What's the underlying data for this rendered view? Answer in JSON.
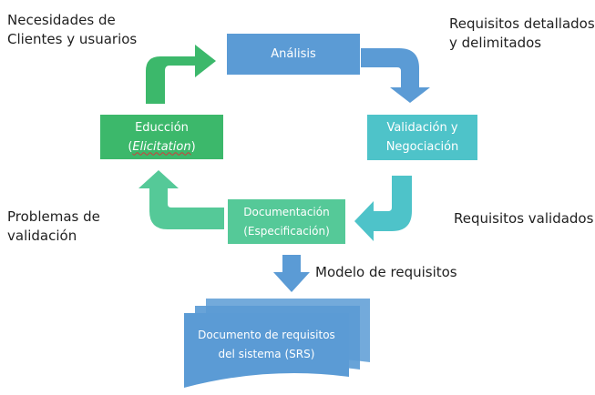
{
  "corner_labels": {
    "top_left": "Necesidades de\nClientes y usuarios",
    "top_right": "Requisitos detallados\ny delimitados",
    "mid_left": "Problemas de\nvalidación",
    "mid_right": "Requisitos validados",
    "output": "Modelo de requisitos"
  },
  "boxes": {
    "analysis": "Análisis",
    "validation": "Validación y\nNegociación",
    "documentation": "Documentación\n(Especificación)",
    "elicitation_title": "Educción",
    "elicitation_open": "(",
    "elicitation_term": "Elicitation",
    "elicitation_close": ")"
  },
  "document": {
    "label": "Documento de requisitos\ndel sistema (SRS)"
  },
  "colors": {
    "blue": "#5b9bd5",
    "teal": "#4ec3c9",
    "mint": "#55c998",
    "green": "#3cb86b",
    "text": "#1f1f1f"
  }
}
